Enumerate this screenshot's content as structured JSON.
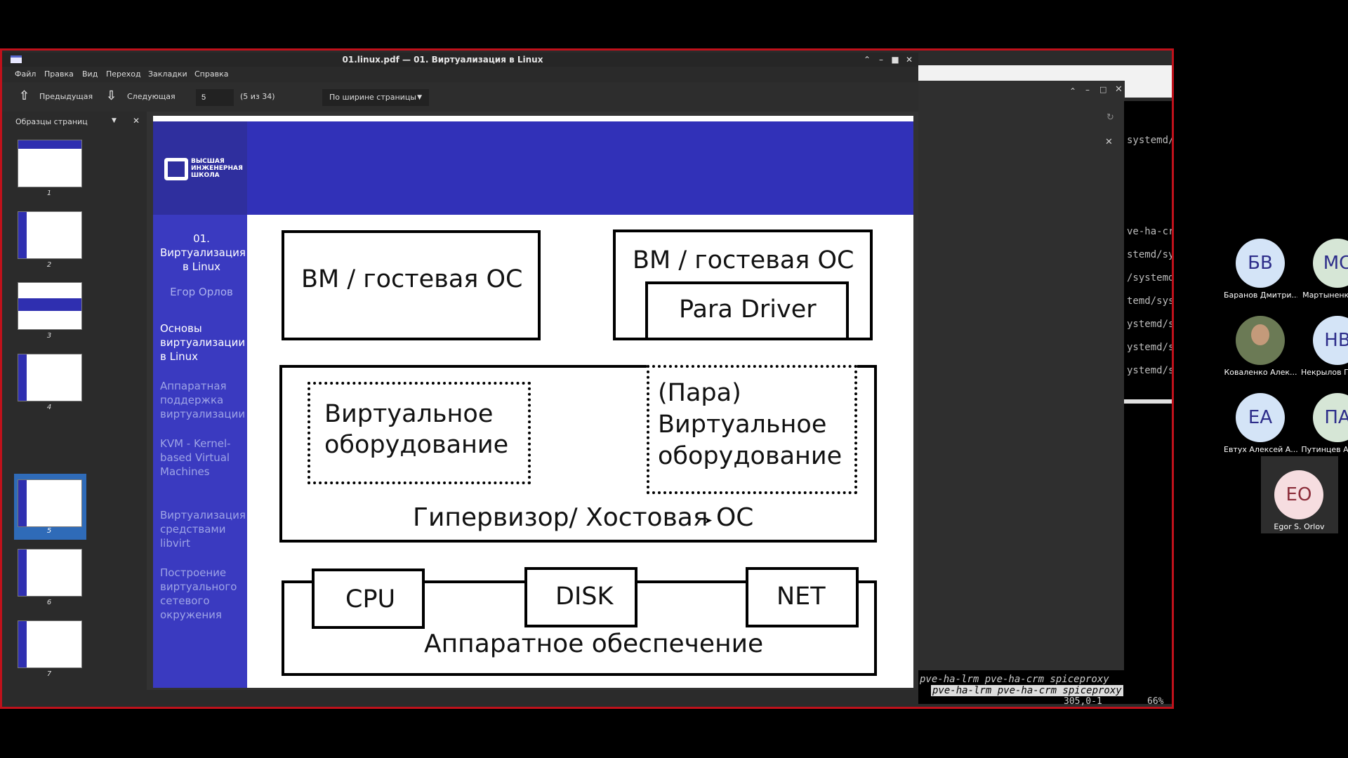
{
  "pdf_viewer": {
    "window_title": "01.linux.pdf — 01. Виртуализация в Linux",
    "menu": [
      "Файл",
      "Правка",
      "Вид",
      "Переход",
      "Закладки",
      "Справка"
    ],
    "toolbar": {
      "prev_label": "Предыдущая",
      "next_label": "Следующая",
      "page_value": "5",
      "page_count": "(5 из 34)",
      "zoom": "По ширине страницы"
    },
    "sidebar": {
      "title": "Образцы страниц",
      "thumbnails": [
        "1",
        "2",
        "3",
        "4",
        "5",
        "6",
        "7"
      ],
      "selected": "5"
    }
  },
  "slide": {
    "logo_text": "ВЫСШАЯ ИНЖЕНЕРНАЯ ШКОЛА",
    "sidebar": {
      "title": "01. Виртуализация в Linux",
      "author": "Егор Орлов",
      "current_section": "Основы виртуализации в Linux",
      "sections": [
        "Аппаратная поддержка виртуализации",
        "KVM - Kernel-based Virtual Machines",
        "Виртуализация средствами libvirt",
        "Построение виртуального сетевого окружения"
      ]
    },
    "diagram": {
      "vm_left": "ВМ / гостевая ОС",
      "vm_right": "ВМ / гостевая ОС",
      "para_driver": "Para Driver",
      "virt_hw": "Виртуальное оборудование",
      "para_virt_hw": "(Пара) Виртуальное оборудование",
      "hypervisor": "Гипервизор/ Хостовая ОС",
      "cpu": "CPU",
      "disk": "DISK",
      "net": "NET",
      "hardware": "Аппаратное обеспечение"
    }
  },
  "terminal": {
    "lines": [
      "systemd/",
      "ve-ha-cr",
      "stemd/sy",
      "/systemd",
      "temd/sys",
      "ystemd/s",
      "ystemd/s",
      "ystemd/s"
    ],
    "status_line1": "pve-ha-lrm pve-ha-crm spiceproxy",
    "status_line2": "pve-ha-lrm pve-ha-crm spiceproxy",
    "cursor_pos": "305,0-1",
    "percent": "66%"
  },
  "participants": [
    {
      "initials": "БВ",
      "name": "Баранов Дмитри...",
      "color": "#d4e4f7"
    },
    {
      "initials": "МС",
      "name": "Мартыненков А...",
      "color": "#d6e6d6"
    },
    {
      "initials": "",
      "name": "Коваленко Алек...",
      "color": "#6b7a55"
    },
    {
      "initials": "НВ",
      "name": "Некрылов Павел...",
      "color": "#d4e4f7"
    },
    {
      "initials": "ЕА",
      "name": "Евтух Алексей А...",
      "color": "#d4e4f7"
    },
    {
      "initials": "ПА",
      "name": "Путинцев Алекс...",
      "color": "#d6e6d6"
    },
    {
      "initials": "ЕО",
      "name": "Egor S. Orlov",
      "color": "#f6dde0"
    }
  ]
}
